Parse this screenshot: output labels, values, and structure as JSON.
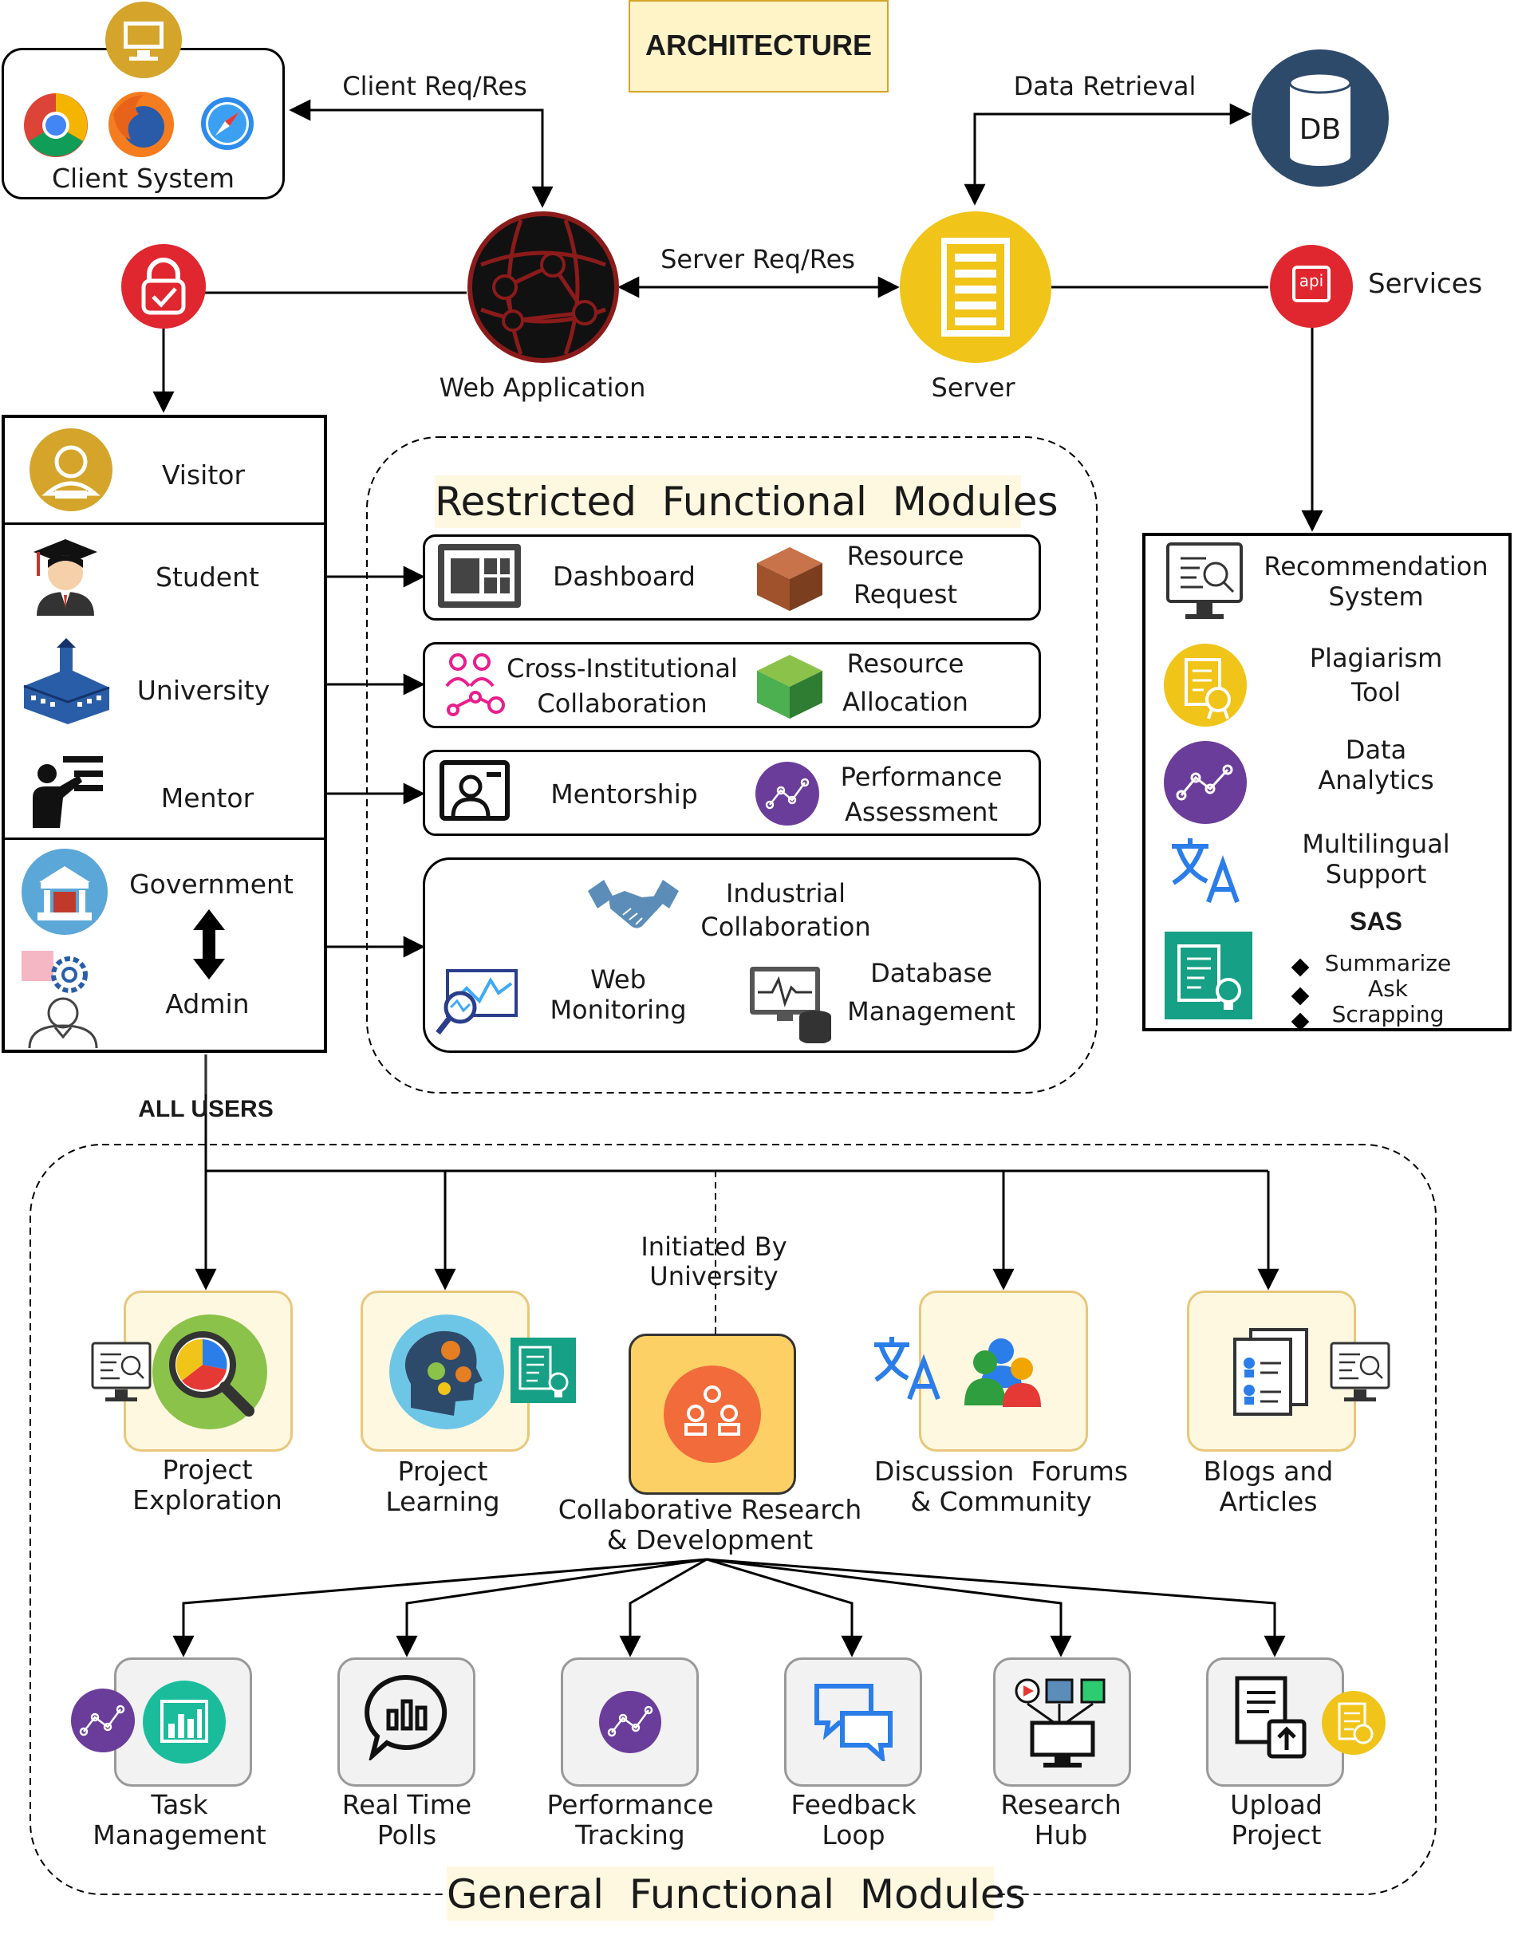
{
  "title": "ARCHITECTURE",
  "client": {
    "label": "Client System",
    "icons": [
      "monitor-icon",
      "chrome-icon",
      "firefox-icon",
      "safari-icon"
    ]
  },
  "top_edges": {
    "client_req": "Client Req/Res",
    "server_req": "Server Req/Res",
    "data_retrieval": "Data Retrieval"
  },
  "nodes": {
    "web_app": "Web Application",
    "server": "Server",
    "db": "DB",
    "services": "Services",
    "api": "api"
  },
  "users": {
    "visitor": "Visitor",
    "student": "Student",
    "university": "University",
    "mentor": "Mentor",
    "government": "Government",
    "admin": "Admin"
  },
  "restricted": {
    "title": "Restricted  Functional  Modules",
    "dashboard": "Dashboard",
    "resource_request": [
      "Resource",
      "Request"
    ],
    "cross_inst": [
      "Cross-Institutional",
      "Collaboration"
    ],
    "resource_alloc": [
      "Resource",
      "Allocation"
    ],
    "mentorship": "Mentorship",
    "perf_assess": [
      "Performance",
      "Assessment"
    ],
    "industrial": [
      "Industrial",
      "Collaboration"
    ],
    "web_monitoring": [
      "Web",
      "Monitoring"
    ],
    "db_mgmt": [
      "Database",
      "Management"
    ]
  },
  "services_panel": {
    "recommendation": [
      "Recommendation",
      "System"
    ],
    "plagiarism": [
      "Plagiarism",
      "Tool"
    ],
    "analytics": [
      "Data",
      "Analytics"
    ],
    "multilingual": [
      "Multilingual",
      "Support"
    ],
    "sas_title": "SAS",
    "sas_items": [
      "Summarize",
      "Ask",
      "Scrapping"
    ]
  },
  "all_users": "ALL USERS",
  "general": {
    "title": "General  Functional  Modules",
    "initiated": [
      "Initiated By",
      "University"
    ],
    "project_exploration": [
      "Project",
      "Exploration"
    ],
    "project_learning": [
      "Project",
      "Learning"
    ],
    "collab_rd": [
      "Collaborative Research",
      "& Development"
    ],
    "discussion": [
      "Discussion  Forums",
      "& Community"
    ],
    "blogs": [
      "Blogs and",
      "Articles"
    ],
    "task": [
      "Task",
      "Management"
    ],
    "polls": [
      "Real Time",
      "Polls"
    ],
    "perf_tracking": [
      "Performance",
      "Tracking"
    ],
    "feedback": [
      "Feedback",
      "Loop"
    ],
    "research_hub": [
      "Research",
      "Hub"
    ],
    "upload": [
      "Upload",
      "Project"
    ]
  },
  "colors": {
    "gold": "#D4A52A",
    "server_yellow": "#F0C419",
    "red": "#E0262F",
    "navy": "#2E4A6A",
    "purple": "#6A3D9A",
    "teal": "#16A085",
    "tile_fill": "#FFF8E1",
    "tile_border": "#E8C77A",
    "gray_tile": "#F2F2F2",
    "cream": "#FFF3C8"
  }
}
